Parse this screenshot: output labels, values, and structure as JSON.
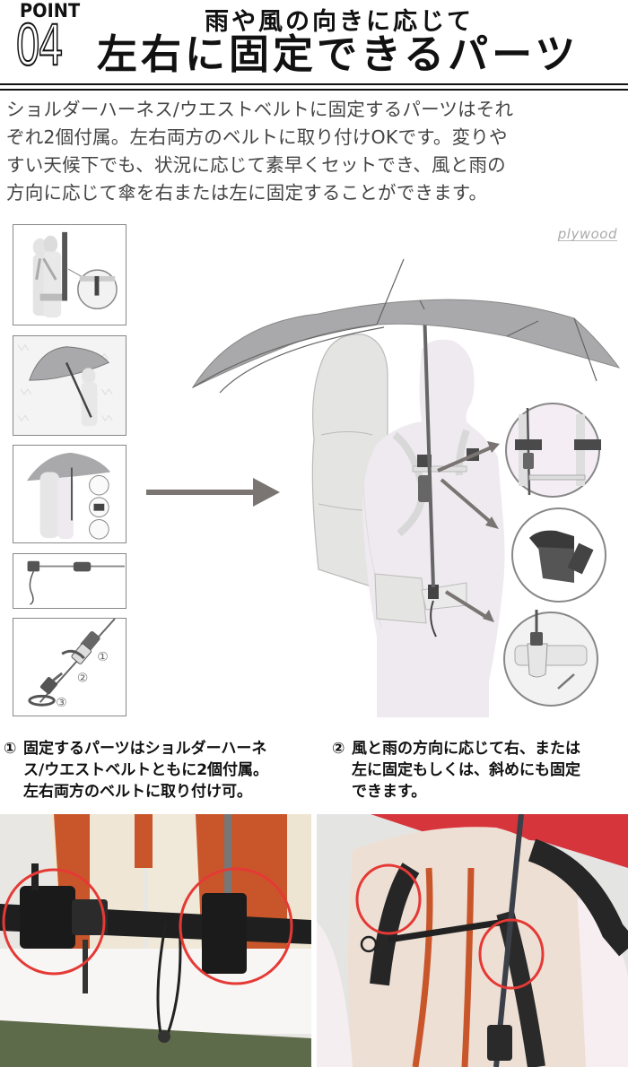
{
  "header": {
    "point_label": "POINT",
    "point_number": "04",
    "subtitle": "雨や風の向きに応じて",
    "title": "左右に固定できるパーツ"
  },
  "intro": {
    "lines": [
      "ショルダーハーネス/ウエストベルトに固定するパーツはそれ",
      "ぞれ2個付属。左右両方のベルトに取り付けOKです。変りや",
      "すい天候下でも、状況に応じて素早くセットでき、風と雨の",
      "方向に応じて傘を右または左に固定することができます。"
    ]
  },
  "illustration": {
    "watermark": "plywood",
    "step_markers": [
      "①",
      "②",
      "③"
    ],
    "thumbnails": [
      "umbrella-stowed-on-backpack",
      "umbrella-open-on-harness",
      "attachment-overview",
      "strap-and-handle",
      "handle-detach-steps"
    ],
    "detail_callouts": [
      "shoulder-strap-clip",
      "mount-holder",
      "waist-belt-socket"
    ]
  },
  "captions": [
    {
      "number": "①",
      "lines": [
        "固定するパーツはショルダーハーネ",
        "ス/ウエストベルトともに2個付属。",
        "左右両方のベルトに取り付け可。"
      ]
    },
    {
      "number": "②",
      "lines": [
        "風と雨の方向に応じて右、または",
        "左に固定もしくは、斜めにも固定",
        "できます。"
      ]
    }
  ],
  "photos": [
    {
      "subject": "waist-belt-mounts",
      "highlight_color": "#e53935"
    },
    {
      "subject": "shoulder-harness-mounts",
      "highlight_color": "#e53935"
    }
  ],
  "colors": {
    "text": "#111111",
    "body_text": "#444444",
    "umbrella_gray": "#a9a9ab",
    "arrow_gray": "#7a7573",
    "highlight_red": "#e53935",
    "vest_orange": "#c8562a"
  }
}
